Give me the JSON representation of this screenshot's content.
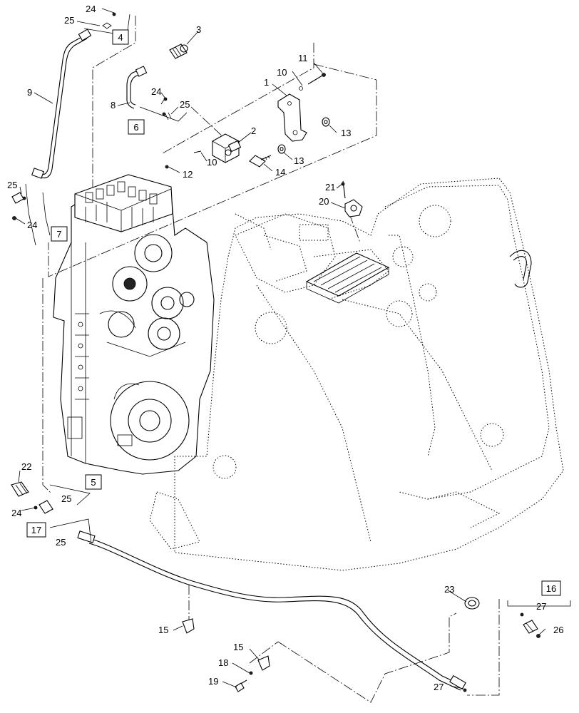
{
  "callouts": {
    "c1": "1",
    "c2": "2",
    "c3": "3",
    "c8": "8",
    "c9": "9",
    "c10a": "10",
    "c10b": "10",
    "c11": "11",
    "c12": "12",
    "c13a": "13",
    "c13b": "13",
    "c14": "14",
    "c15a": "15",
    "c15b": "15",
    "c18": "18",
    "c19": "19",
    "c20": "20",
    "c21": "21",
    "c22": "22",
    "c23": "23",
    "c24a": "24",
    "c24b": "24",
    "c24c": "24",
    "c24d": "24",
    "c25a": "25",
    "c25b": "25",
    "c25c": "25",
    "c25d": "25",
    "c25e": "25",
    "c26": "26",
    "c27a": "27",
    "c27b": "27"
  },
  "kits": {
    "k4": "4",
    "k5": "5",
    "k6": "6",
    "k7": "7",
    "k16": "16",
    "k17": "17"
  },
  "colors": {
    "line": "#000000",
    "background": "#ffffff"
  }
}
